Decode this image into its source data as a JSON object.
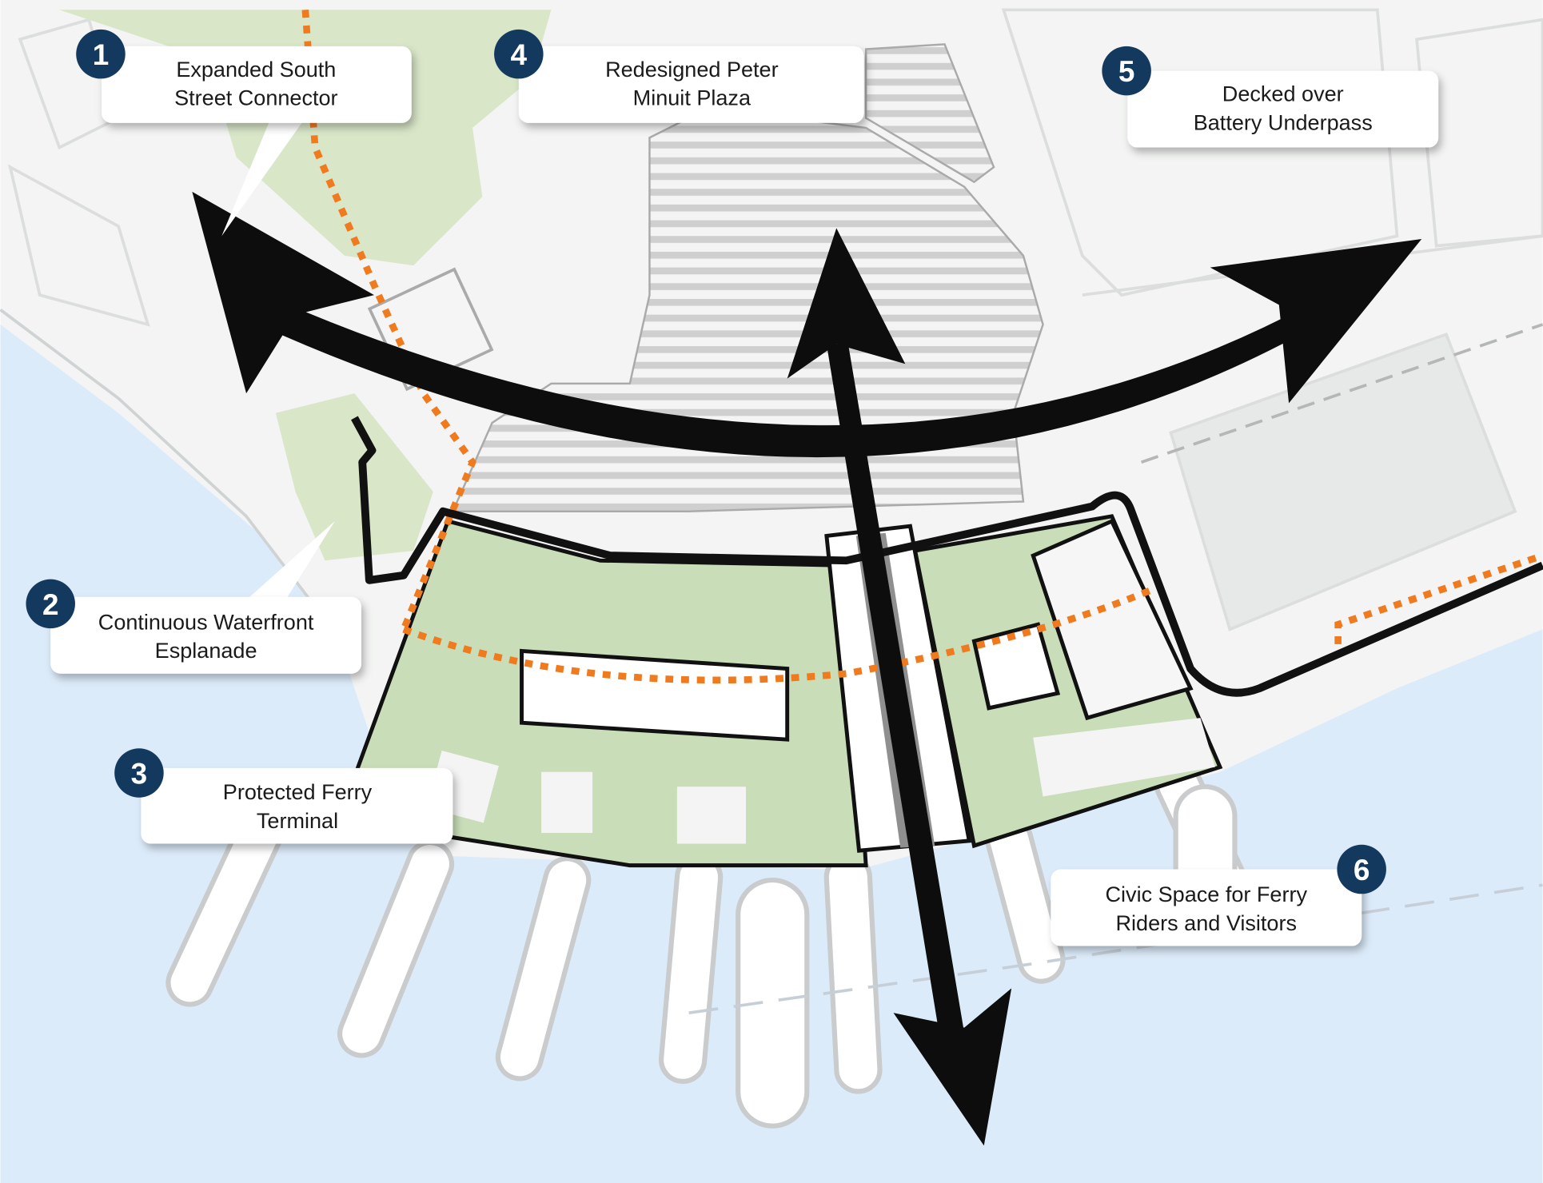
{
  "colors": {
    "water": "#dcebfa",
    "land": "#f3f4f3",
    "park": "#d6e4c4",
    "site_green": "#c9ddb8",
    "arrow": "#0d0d0d",
    "orange_path": "#f07a1e",
    "badge": "#133a5e"
  },
  "callouts": [
    {
      "number": "1",
      "line1": "Expanded South",
      "line2": "Street Connector"
    },
    {
      "number": "2",
      "line1": "Continuous Waterfront",
      "line2": "Esplanade"
    },
    {
      "number": "3",
      "line1": "Protected Ferry",
      "line2": "Terminal"
    },
    {
      "number": "4",
      "line1": "Redesigned Peter",
      "line2": "Minuit Plaza"
    },
    {
      "number": "5",
      "line1": "Decked over",
      "line2": "Battery Underpass"
    },
    {
      "number": "6",
      "line1": "Civic Space for Ferry",
      "line2": "Riders and Visitors"
    }
  ]
}
